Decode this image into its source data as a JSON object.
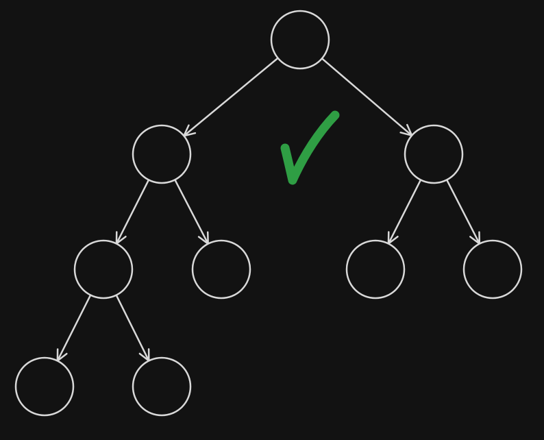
{
  "colors": {
    "background": "#121212",
    "stroke": "#d9d9d9",
    "check": "#2f9e44"
  },
  "tree": {
    "nodes": [
      {
        "id": "root",
        "label": ""
      },
      {
        "id": "n1",
        "label": ""
      },
      {
        "id": "n2",
        "label": ""
      },
      {
        "id": "n3",
        "label": ""
      },
      {
        "id": "n4",
        "label": ""
      },
      {
        "id": "n5",
        "label": ""
      },
      {
        "id": "n6",
        "label": ""
      },
      {
        "id": "n7",
        "label": ""
      },
      {
        "id": "n8",
        "label": ""
      }
    ],
    "edges": [
      {
        "from": "root",
        "to": "n1"
      },
      {
        "from": "root",
        "to": "n2"
      },
      {
        "from": "n1",
        "to": "n3"
      },
      {
        "from": "n1",
        "to": "n4"
      },
      {
        "from": "n2",
        "to": "n5"
      },
      {
        "from": "n2",
        "to": "n6"
      },
      {
        "from": "n3",
        "to": "n7"
      },
      {
        "from": "n3",
        "to": "n8"
      }
    ]
  },
  "mark": {
    "icon": "checkmark-icon"
  }
}
